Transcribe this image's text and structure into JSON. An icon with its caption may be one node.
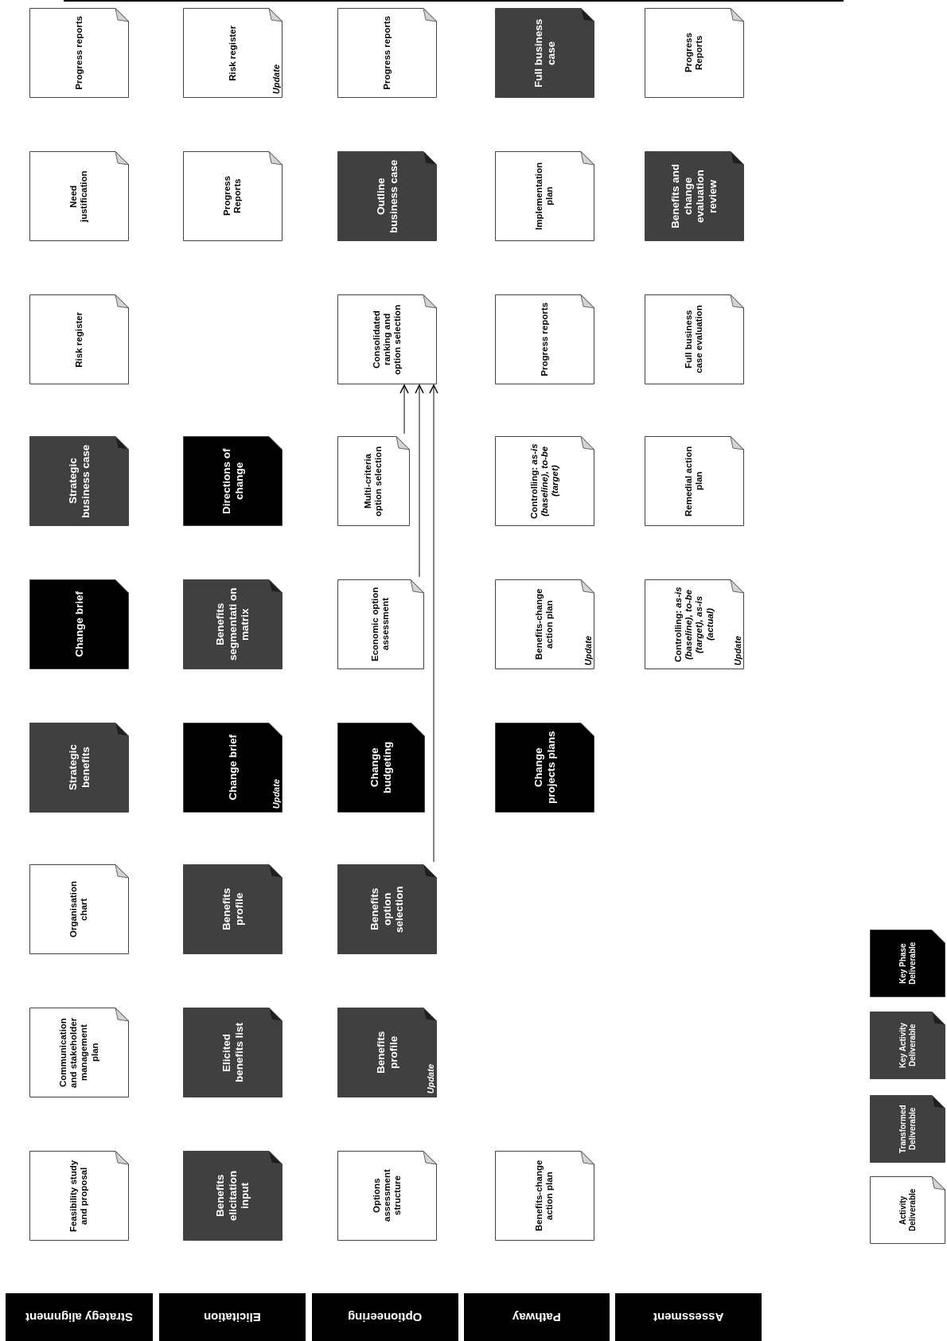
{
  "diagram": {
    "nodes": [
      {
        "text": [
          "Strategy alignment"
        ]
      },
      {
        "text": [
          "Feasibility study and proposal"
        ]
      },
      {
        "text": [
          "Communication and stakeholder management plan"
        ]
      },
      {
        "text": [
          "Organisation chart"
        ]
      },
      {
        "text": [
          "Strategic benefits"
        ]
      },
      {
        "text": [
          "Change brief"
        ]
      },
      {
        "text": [
          "Strategic business case"
        ]
      },
      {
        "text": [
          "Risk register"
        ]
      },
      {
        "text": [
          "Need justification"
        ]
      },
      {
        "text": [
          "Progress reports"
        ]
      },
      {
        "text": [
          "Elicitation"
        ]
      },
      {
        "text": [
          "Benefits elicitation input"
        ]
      },
      {
        "text": [
          "Elicited benefits list"
        ]
      },
      {
        "text": [
          "Benefits profile"
        ]
      },
      {
        "text": [
          "Change brief",
          "Update"
        ]
      },
      {
        "text": [
          "Benefits segmentati on matrix"
        ]
      },
      {
        "text": [
          "Directions of change"
        ]
      },
      {
        "text": [
          "Progress Reports"
        ]
      },
      {
        "text": [
          "Risk register",
          "Update"
        ]
      },
      {
        "text": [
          "Optioneering"
        ]
      },
      {
        "text": [
          "Options assessment structure"
        ]
      },
      {
        "text": [
          "Benefits profile",
          "Update"
        ]
      },
      {
        "text": [
          "Benefits option selection"
        ]
      },
      {
        "text": [
          "Change budgeting"
        ]
      },
      {
        "text": [
          "Economic option assessment"
        ]
      },
      {
        "text": [
          "Multi-criteria option selection"
        ]
      },
      {
        "text": [
          "Consolidated ranking and option selection"
        ]
      },
      {
        "text": [
          "Outline business case"
        ]
      },
      {
        "text": [
          "Progress reports"
        ]
      },
      {
        "text": [
          "Pathway"
        ]
      },
      {
        "text": [
          "Benefits-change action plan"
        ]
      },
      {
        "text": [
          "Change projects plans"
        ]
      },
      {
        "text": [
          "Benefits-change action plan",
          "Update"
        ]
      },
      {
        "text": [
          "Controlling: *as-is (baseline), to-be (target)*"
        ]
      },
      {
        "text": [
          "Progress reports"
        ]
      },
      {
        "text": [
          "Implementation plan"
        ]
      },
      {
        "text": [
          "Full business case"
        ]
      },
      {
        "text": [
          "Assessment"
        ]
      },
      {
        "text": [
          "Controlling: *as-is (baseline), to-be (target), as-is (actual)*",
          "Update"
        ]
      },
      {
        "text": [
          "Remedial action plan"
        ]
      },
      {
        "text": [
          "Full business case evaluation"
        ]
      },
      {
        "text": [
          "Benefits and change evaluation review"
        ]
      },
      {
        "text": [
          "Progress Reports"
        ]
      }
    ],
    "edges": [
      {
        "from": 22,
        "to": 26,
        "arrow": "to"
      },
      {
        "from": 24,
        "to": 26,
        "arrow": "to"
      },
      {
        "from": 25,
        "to": 26,
        "arrow": "to"
      }
    ],
    "legend": [
      {
        "text": "Activity Deliverable",
        "color": "#ffffff"
      },
      {
        "text": "Transformed Deliverable",
        "color": "#404040"
      },
      {
        "text": "Key Activity Deliverable",
        "color": "#404040"
      },
      {
        "text": "Key Phase Deliverable",
        "color": "#000000"
      }
    ]
  }
}
